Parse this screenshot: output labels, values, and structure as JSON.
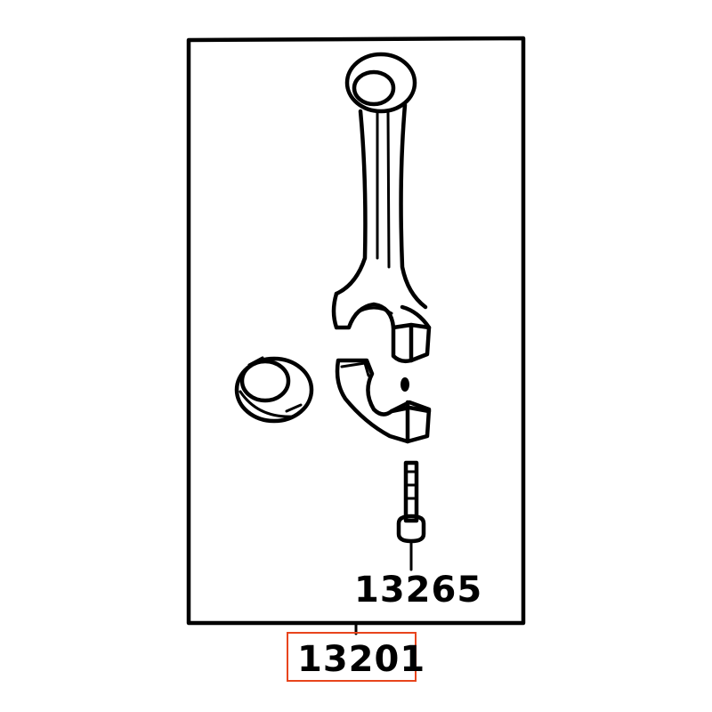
{
  "labels": {
    "bolt_part_number": "13265",
    "assembly_part_number": "13201"
  },
  "colors": {
    "line": "#000000",
    "background": "#ffffff",
    "highlight": "#e8441c"
  },
  "highlighted_part": "13201"
}
